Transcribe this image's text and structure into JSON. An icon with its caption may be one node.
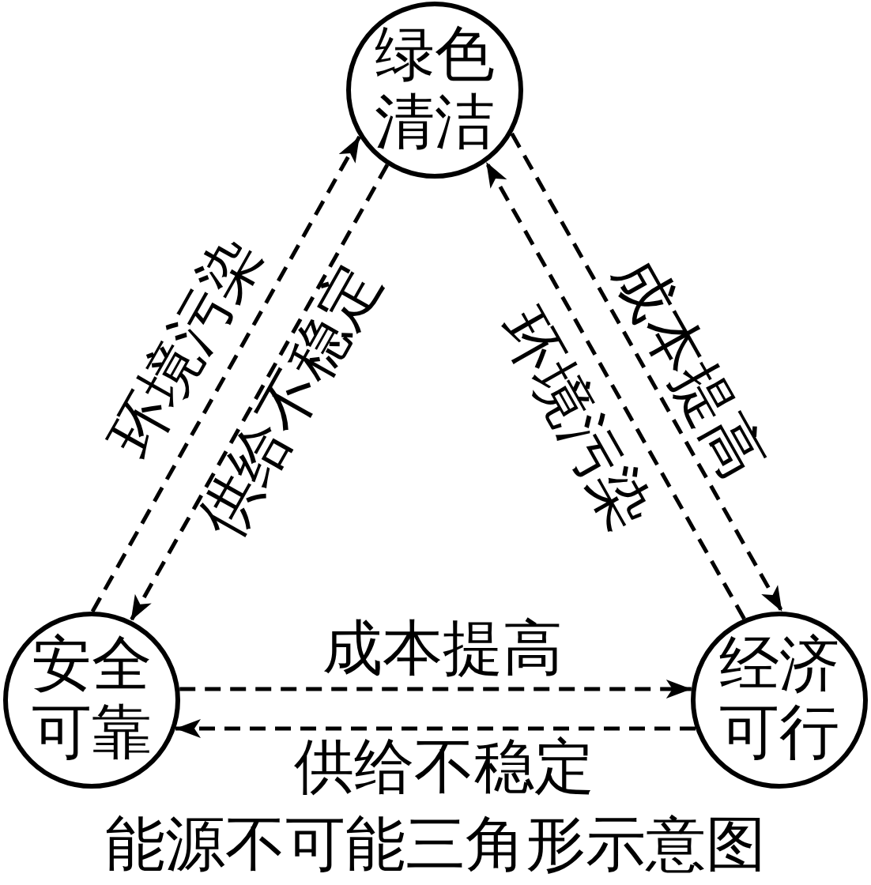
{
  "diagram": {
    "caption": "能源不可能三角形示意图",
    "nodes": [
      {
        "text": [
          "绿色清洁"
        ]
      },
      {
        "text": [
          "安全可靠"
        ]
      },
      {
        "text": [
          "经济可行"
        ]
      }
    ],
    "edges": [
      {
        "from": 1,
        "to": 0,
        "arrow": "to",
        "label": "环境污染",
        "style": "dashed"
      },
      {
        "from": 0,
        "to": 1,
        "arrow": "to",
        "label": "供给不稳定",
        "style": "dashed"
      },
      {
        "from": 0,
        "to": 2,
        "arrow": "to",
        "label": "成本提高",
        "style": "dashed"
      },
      {
        "from": 2,
        "to": 0,
        "arrow": "to",
        "label": "环境污染",
        "style": "dashed"
      },
      {
        "from": 1,
        "to": 2,
        "arrow": "to",
        "label": "成本提高",
        "style": "dashed"
      },
      {
        "from": 2,
        "to": 1,
        "arrow": "to",
        "label": "供给不稳定",
        "style": "dashed"
      }
    ]
  }
}
